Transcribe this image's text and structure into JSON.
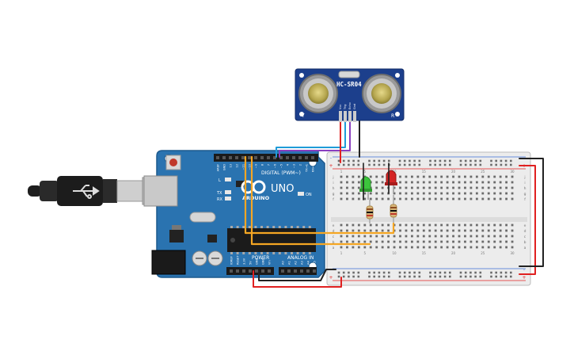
{
  "sensor": {
    "label": "HC-SR04",
    "side_left": "T",
    "side_right": "R",
    "pins": [
      "Vcc",
      "Trig",
      "Echo",
      "Gnd"
    ]
  },
  "arduino": {
    "brand": "ARDUINO",
    "model": "UNO",
    "digital_header": "DIGITAL (PWM~)",
    "power_header": "POWER",
    "analog_header": "ANALOG IN",
    "on_label": "ON",
    "led_l": "L",
    "led_tx": "TX",
    "led_rx": "RX",
    "top_pins": [
      "AREF",
      "GND",
      "13",
      "12",
      "~11",
      "~10",
      "~9",
      "8",
      "7",
      "~6",
      "~5",
      "4",
      "~3",
      "2",
      "TX→1",
      "RX←0"
    ],
    "power_pins": [
      "IOREF",
      "RESET",
      "3.3V",
      "5V",
      "GND",
      "GND",
      "Vin"
    ],
    "analog_pins": [
      "A0",
      "A1",
      "A2",
      "A3",
      "A4",
      "A5"
    ]
  },
  "breadboard": {
    "row_letters_top": [
      "j",
      "i",
      "h",
      "g",
      "f"
    ],
    "row_letters_bottom": [
      "e",
      "d",
      "c",
      "b",
      "a"
    ],
    "column_numbers": [
      "1",
      "5",
      "10",
      "15",
      "20",
      "25",
      "30"
    ]
  },
  "components": {
    "led_green": "green-led",
    "led_red": "red-led",
    "resistor": "resistor"
  },
  "colors": {
    "wire_orange": "#f5a623",
    "wire_red": "#e02020",
    "wire_black": "#222222",
    "wire_blue": "#1f9bd8",
    "wire_purple": "#8a3fc0",
    "wire_brown": "#8b4a20",
    "board_blue": "#2a73b0",
    "sensor_blue": "#1c3f8c"
  }
}
